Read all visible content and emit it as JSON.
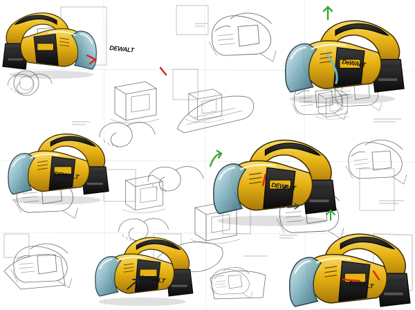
{
  "sheet": {
    "brand": "DEWALT",
    "colors": {
      "body_yellow": "#e8b414",
      "body_yellow_shadow": "#a9780a",
      "body_yellow_light": "#f9dc6a",
      "black": "#141414",
      "nozzle_blue": "#5d8e9e",
      "nozzle_light": "#b9dbe2",
      "accent_red": "#d9261c",
      "accent_green": "#3aa83a",
      "pencil_gray": "#707070"
    },
    "renders": [
      {
        "name": "render-top-left",
        "label": "DEWALT",
        "facing": "right"
      },
      {
        "name": "render-top-right",
        "label": "DeWALT",
        "facing": "left"
      },
      {
        "name": "render-middle-left",
        "label": "DEWALT",
        "facing": "left"
      },
      {
        "name": "render-center",
        "label": "DEWALT",
        "facing": "left"
      },
      {
        "name": "render-bottom-left",
        "label": "DEWALT",
        "facing": "left"
      },
      {
        "name": "render-bottom-right",
        "label": "DEWALT",
        "facing": "left"
      }
    ]
  }
}
